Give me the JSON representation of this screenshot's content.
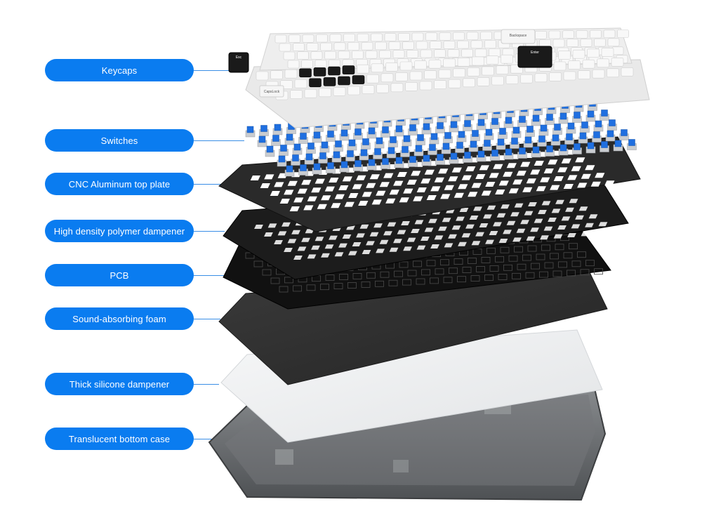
{
  "layers": [
    {
      "id": "keycaps",
      "label": "Keycaps"
    },
    {
      "id": "switches",
      "label": "Switches"
    },
    {
      "id": "top-plate",
      "label": "CNC Aluminum  top plate"
    },
    {
      "id": "polymer-dampener",
      "label": "High density polymer dampener"
    },
    {
      "id": "pcb",
      "label": "PCB"
    },
    {
      "id": "foam",
      "label": "Sound-absorbing foam"
    },
    {
      "id": "silicone-dampener",
      "label": "Thick silicone dampener"
    },
    {
      "id": "bottom-case",
      "label": "Translucent bottom case"
    }
  ],
  "key_legends": {
    "esc": "Esc",
    "backspace": "Backspace",
    "enter": "Enter",
    "capslock": "CapsLock"
  },
  "colors": {
    "label_bg": "#0a7cf0",
    "label_text": "#ffffff",
    "leader": "#3a8ee6",
    "keycap_white": "#f4f4f4",
    "keycap_black": "#1a1a1a",
    "switch_blue": "#1f6fe0",
    "plate": "#2a2a2a",
    "pcb": "#111111",
    "foam": "#333333",
    "silicone": "#eef0f2",
    "case": "#6a6d70"
  }
}
